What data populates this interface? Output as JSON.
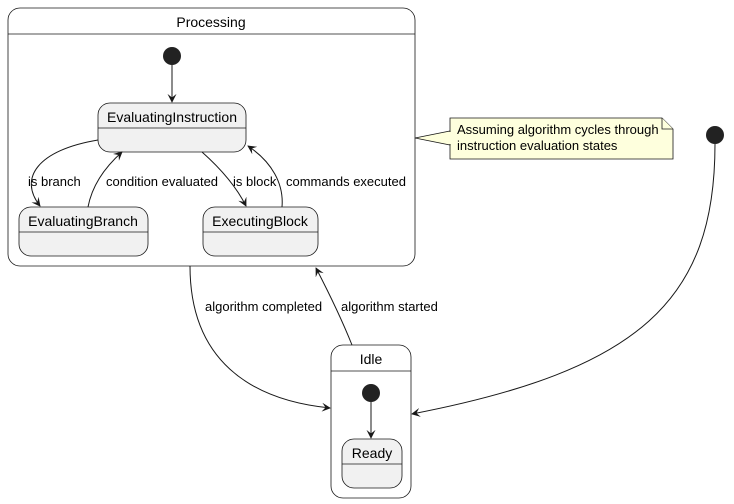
{
  "diagram": {
    "composites": {
      "processing": "Processing",
      "idle": "Idle"
    },
    "states": {
      "evaluating_instruction": "EvaluatingInstruction",
      "evaluating_branch": "EvaluatingBranch",
      "executing_block": "ExecutingBlock",
      "ready": "Ready"
    },
    "transitions": {
      "is_branch": "is branch",
      "condition_evaluated": "condition evaluated",
      "is_block": "is block",
      "commands_executed": "commands executed",
      "algorithm_completed": "algorithm completed",
      "algorithm_started": "algorithm started"
    },
    "note": {
      "line1": "Assuming algorithm cycles through",
      "line2": "instruction evaluation states"
    }
  },
  "colors": {
    "state_fill": "#F1F1F1",
    "state_border": "#181818",
    "composite_border": "#181818",
    "edge": "#181818",
    "initial_node": "#222222",
    "note_fill": "#FEFFDD",
    "note_border": "#181818"
  }
}
